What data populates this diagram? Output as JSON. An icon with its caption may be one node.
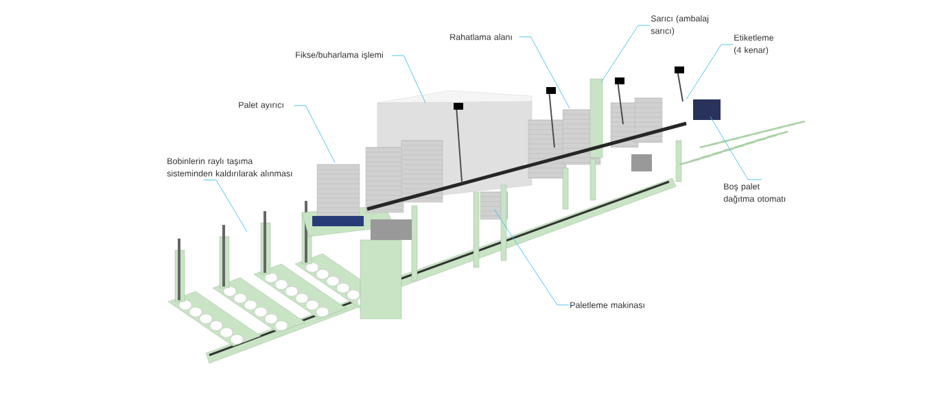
{
  "diagram": {
    "nodes": [
      {
        "text": [
          "Bobinlerin raylı taşıma sisteminden kaldırılarak alınması"
        ]
      },
      {
        "text": [
          "Palet ayırıcı"
        ]
      },
      {
        "text": [
          "Fikse/buharlama işlemi"
        ]
      },
      {
        "text": [
          "Rahatlama alanı"
        ]
      },
      {
        "text": [
          "Sarıcı (ambalaj sarıcı)"
        ]
      },
      {
        "text": [
          "Etiketleme (4 kenar)"
        ]
      },
      {
        "text": [
          "Boş palet dağıtma otomatı"
        ]
      },
      {
        "text": [
          "Paletleme makinası"
        ]
      }
    ],
    "edges": [
      {
        "from": 0,
        "to": null,
        "arrow": "none"
      },
      {
        "from": 1,
        "to": null,
        "arrow": "none"
      },
      {
        "from": 2,
        "to": null,
        "arrow": "none"
      },
      {
        "from": 3,
        "to": null,
        "arrow": "none"
      },
      {
        "from": 4,
        "to": null,
        "arrow": "none"
      },
      {
        "from": 5,
        "to": null,
        "arrow": "none"
      },
      {
        "from": 6,
        "to": null,
        "arrow": "none"
      },
      {
        "from": 7,
        "to": null,
        "arrow": "none"
      }
    ]
  }
}
